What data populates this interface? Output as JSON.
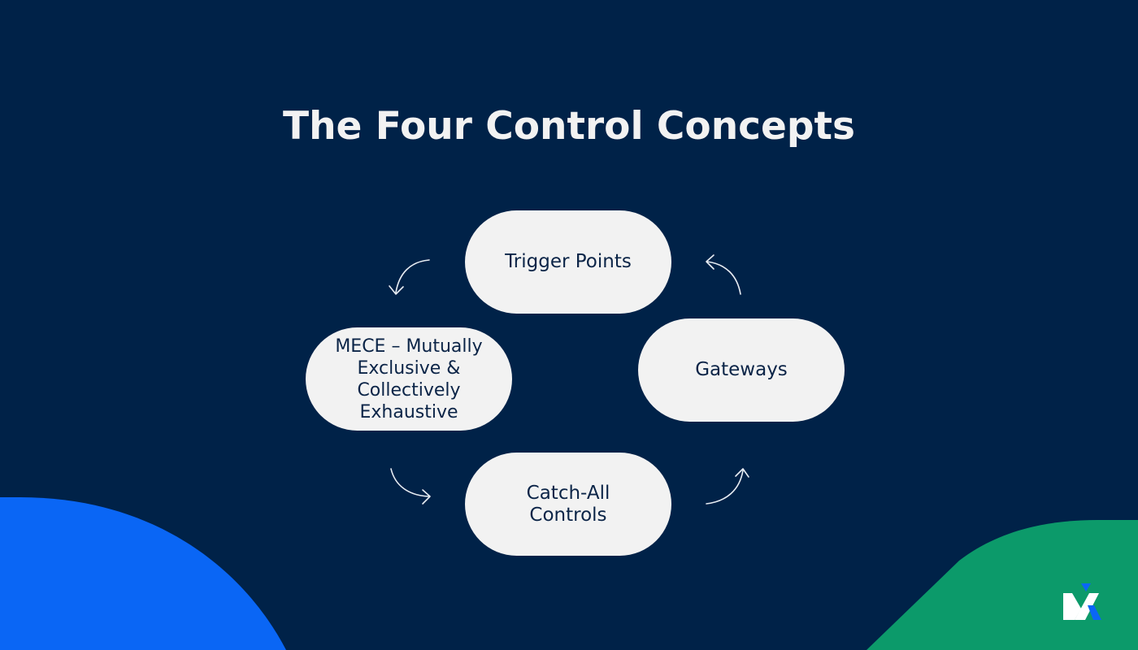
{
  "title": "The Four Control Concepts",
  "nodes": {
    "trigger_points": "Trigger Points",
    "gateways": "Gateways",
    "catch_all": "Catch-All\nControls",
    "mece": "MECE – Mutually\nExclusive &\nCollectively\nExhaustive"
  },
  "colors": {
    "background": "#002248",
    "node_fill": "#f2f2f2",
    "node_text": "#0b2447",
    "accent_blue": "#0a66f5",
    "accent_green": "#0c9a6a"
  },
  "icons": [
    "brand-logo-icon",
    "arrow-icon"
  ]
}
